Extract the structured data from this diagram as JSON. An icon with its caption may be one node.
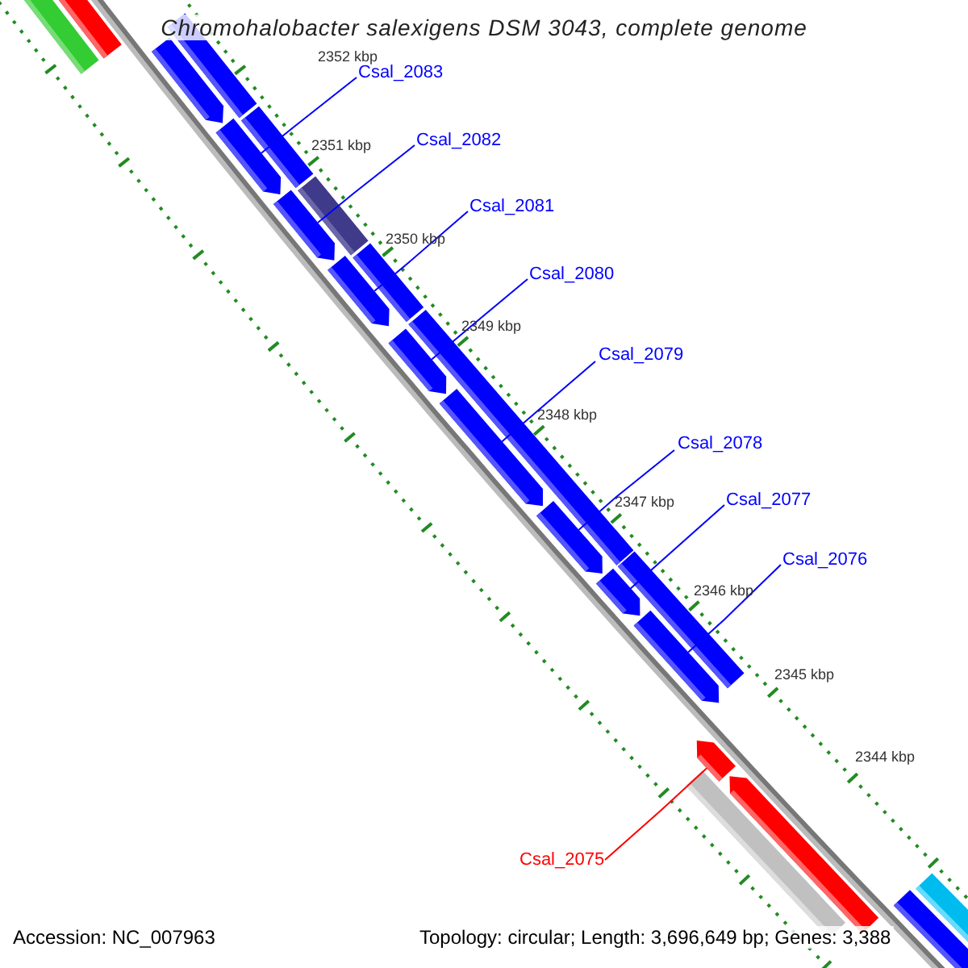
{
  "diagram": {
    "title": "Chromohalobacter salexigens DSM 3043, complete genome",
    "nodes": [
      {
        "text": [
          "Csal_2083"
        ]
      },
      {
        "text": [
          "Csal_2082"
        ]
      },
      {
        "text": [
          "Csal_2081"
        ]
      },
      {
        "text": [
          "Csal_2080"
        ]
      },
      {
        "text": [
          "Csal_2079"
        ]
      },
      {
        "text": [
          "Csal_2078"
        ]
      },
      {
        "text": [
          "Csal_2077"
        ]
      },
      {
        "text": [
          "Csal_2076"
        ]
      },
      {
        "text": [
          "Csal_2075"
        ]
      },
      {
        "text": [],
        "shape": "bar"
      },
      {
        "text": [],
        "shape": "bar"
      },
      {
        "text": [],
        "shape": "bar"
      },
      {
        "text": [],
        "shape": "pentagon"
      },
      {
        "text": [],
        "shape": "pentagon"
      },
      {
        "text": [],
        "shape": "bar"
      },
      {
        "text": [],
        "shape": "pentagon"
      },
      {
        "text": [],
        "shape": "bar"
      },
      {
        "text": [],
        "shape": "pentagon"
      },
      {
        "text": [],
        "shape": "bar"
      },
      {
        "text": [],
        "shape": "bar"
      },
      {
        "text": [],
        "shape": "pentagon"
      },
      {
        "text": [],
        "shape": "pentagon"
      },
      {
        "text": [],
        "shape": "pentagon"
      },
      {
        "text": [],
        "shape": "pentagon"
      },
      {
        "text": [],
        "shape": "bar"
      },
      {
        "text": [],
        "shape": "pentagon"
      },
      {
        "text": [],
        "shape": "pentagon"
      },
      {
        "text": [],
        "shape": "bar"
      },
      {
        "text": [],
        "shape": "pentagon"
      },
      {
        "text": [],
        "shape": "bar"
      },
      {
        "text": [],
        "shape": "bar"
      }
    ],
    "edges": [
      {
        "from": 0,
        "to": 13,
        "arrow": "none"
      },
      {
        "from": 1,
        "to": 15,
        "arrow": "none"
      },
      {
        "from": 2,
        "to": 17,
        "arrow": "none"
      },
      {
        "from": 3,
        "to": 20,
        "arrow": "none"
      },
      {
        "from": 4,
        "to": 21,
        "arrow": "none"
      },
      {
        "from": 5,
        "to": 22,
        "arrow": "none"
      },
      {
        "from": 6,
        "to": 23,
        "arrow": "none"
      },
      {
        "from": 7,
        "to": 25,
        "arrow": "none"
      },
      {
        "from": 8,
        "to": 26,
        "arrow": "none",
        "color": "#ff0000"
      }
    ],
    "labels": [
      "2352 kbp",
      "2351 kbp",
      "2350 kbp",
      "2349 kbp",
      "2348 kbp",
      "2347 kbp",
      "2346 kbp",
      "2345 kbp",
      "2344 kbp",
      "Accession: NC_007963",
      "Topology: circular; Length: 3,696,649 bp; Genes: 3,388"
    ]
  }
}
